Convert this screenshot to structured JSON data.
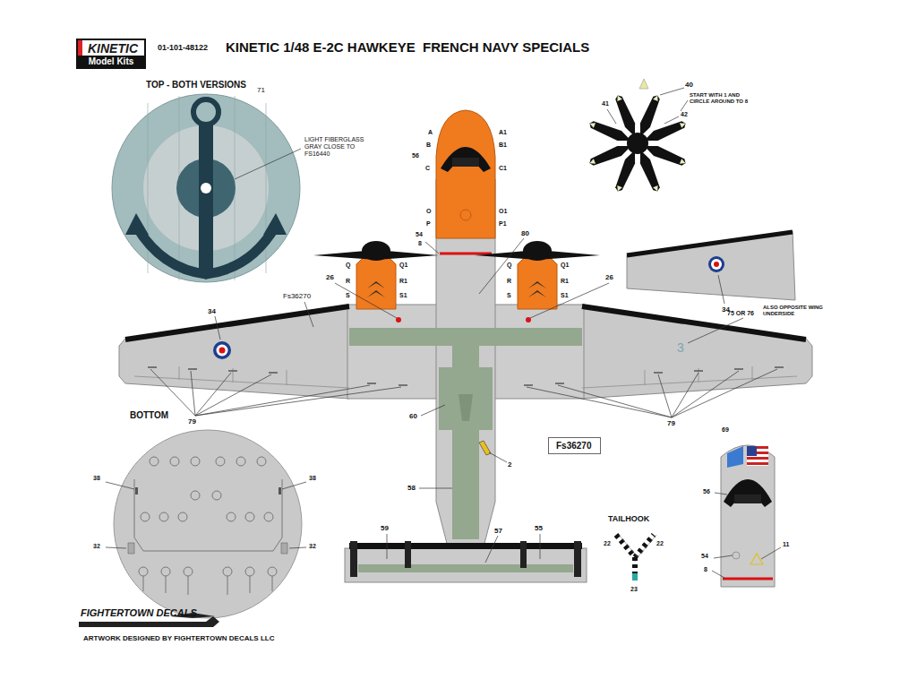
{
  "diagram": {
    "title": "KINETIC 1/48 E-2C HAWKEYE  FRENCH NAVY SPECIALS",
    "nodes": [
      {
        "text": [
          "KINETIC",
          "Model Kits"
        ]
      },
      {
        "text": [
          "Fs36270"
        ]
      }
    ],
    "labels": [
      "01-101-48122",
      "TOP - BOTH VERSIONS",
      "71",
      "LIGHT FIBERGLASS GRAY CLOSE TO FS16440",
      "A",
      "A1",
      "B",
      "B1",
      "56",
      "C",
      "C1",
      "O",
      "O1",
      "P",
      "P1",
      "54",
      "8",
      "80",
      "Q",
      "Q1",
      "R",
      "R1",
      "S",
      "S1",
      "Q",
      "Q1",
      "R",
      "R1",
      "S",
      "S1",
      "26",
      "26",
      "Fs36270",
      "34",
      "40",
      "START WITH 1 AND CIRCLE AROUND TO 8",
      "42",
      "41",
      "34",
      "75 OR 76",
      "ALSO OPPOSITE WING UNDERSIDE",
      "3",
      "BOTTOM",
      "79",
      "79",
      "60",
      "2",
      "58",
      "TAILHOOK",
      "22",
      "22",
      "23",
      "38",
      "38",
      "32",
      "32",
      "59",
      "57",
      "55",
      "69",
      "56",
      "11",
      "54",
      "8",
      "FIGHTERTOWN DECALS",
      "ARTWORK DESIGNED BY FIGHTERTOWN DECALS LLC"
    ]
  }
}
